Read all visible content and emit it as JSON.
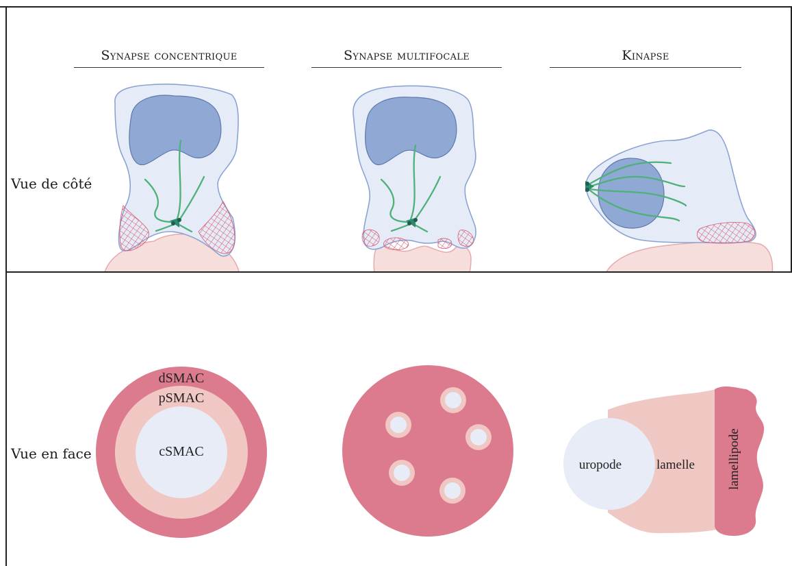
{
  "columns": {
    "concentric": "Synapse concentrique",
    "multifocal": "Synapse multifocale",
    "kinapse": "Kinapse"
  },
  "rows": {
    "side": "Vue de côté",
    "face": "Vue en face"
  },
  "concentric_labels": {
    "dsmac": "dSMAC",
    "psmac": "pSMAC",
    "csmac": "cSMAC"
  },
  "kinapse_labels": {
    "uropode": "uropode",
    "lamelle": "lamelle",
    "lamellipode": "lamellipode"
  },
  "colors": {
    "cell_fill": "#e6ecf7",
    "cell_stroke": "#8ba3d3",
    "nucleus": "#8fa9d4",
    "microtubule": "#4fb07a",
    "mtoc": "#2e8a6e",
    "actin": "#d9556f",
    "apc": "#f6dedd",
    "dsmac": "#dc7b8d",
    "psmac": "#f1c7c4",
    "csmac": "#e7ecf6"
  }
}
